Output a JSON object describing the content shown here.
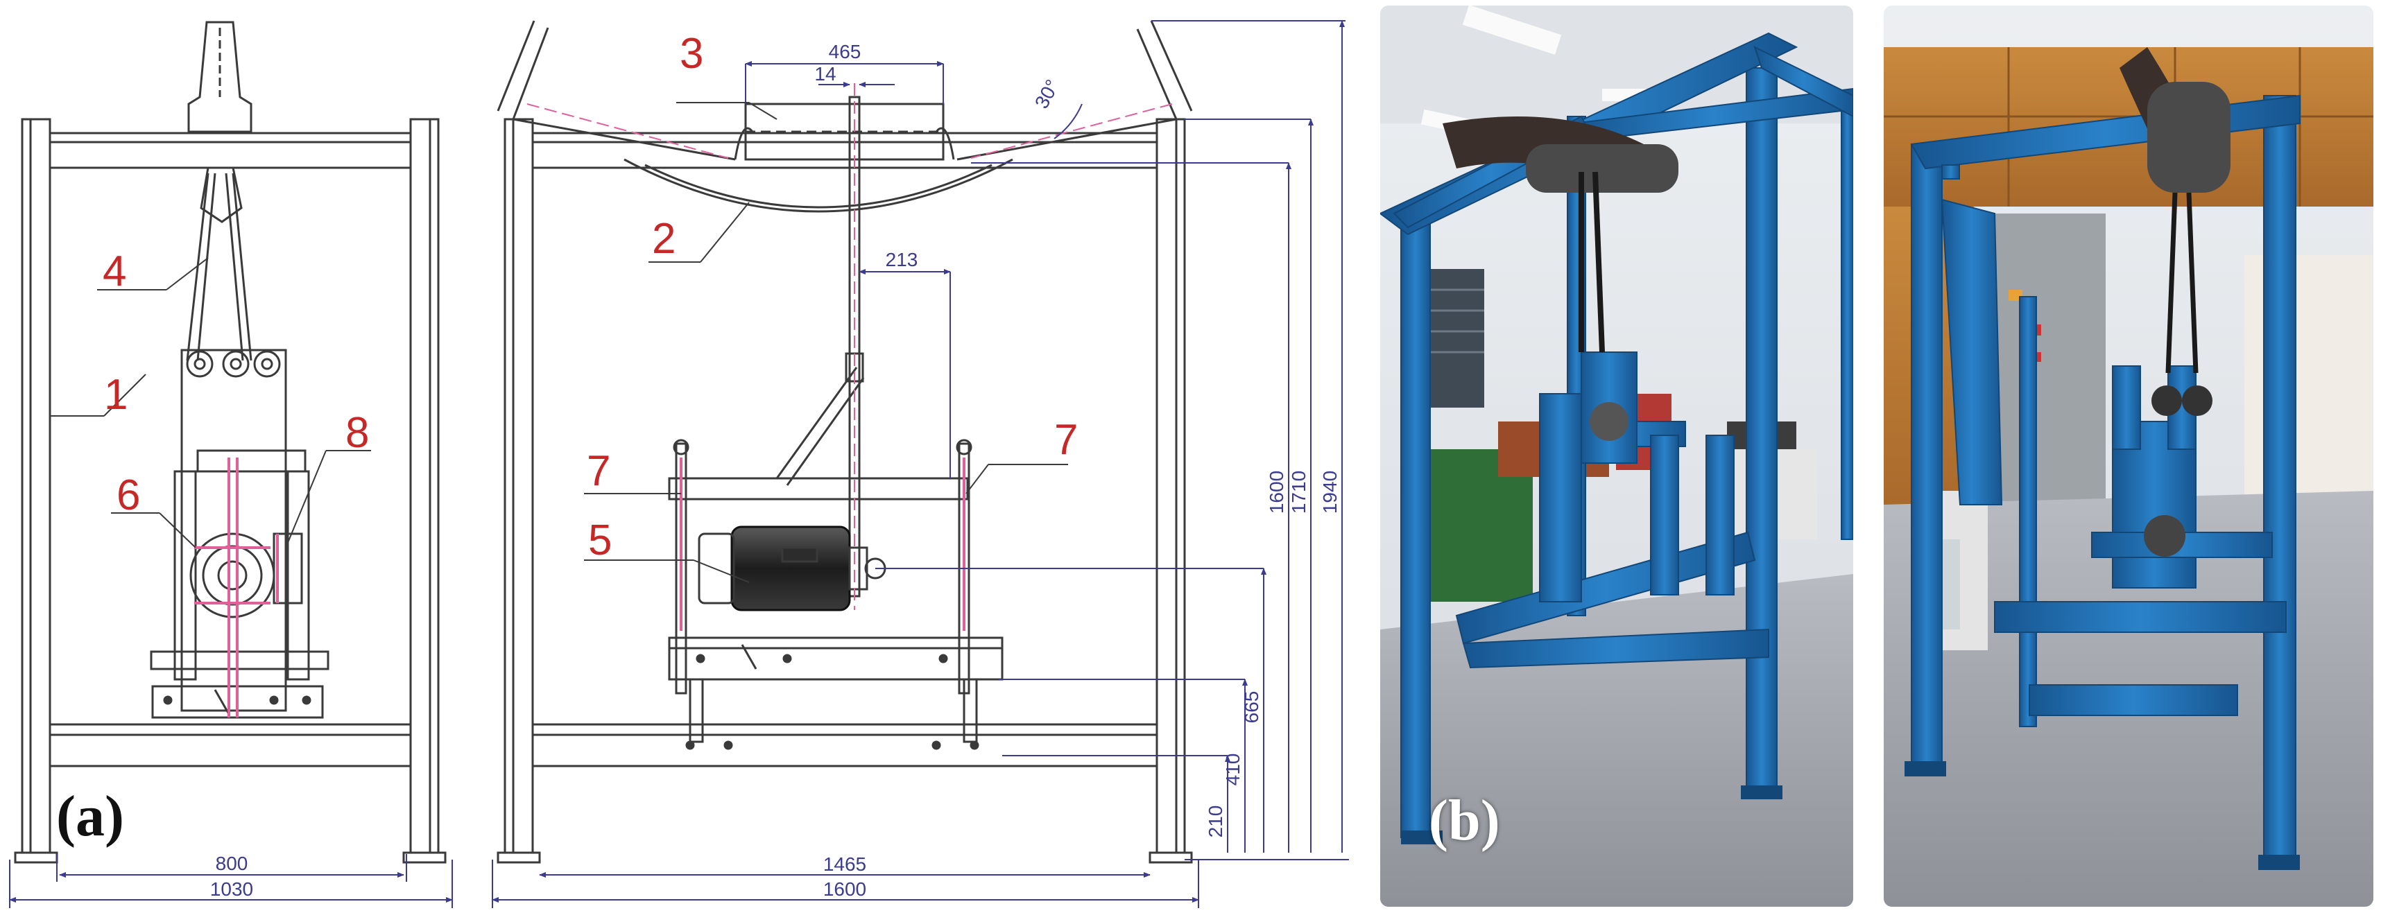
{
  "figure": {
    "panel_a_label": "(a)",
    "panel_b_label": "(b)"
  },
  "callouts": {
    "frame": "1",
    "bucket": "2",
    "carriage": "3",
    "sling": "4",
    "motor": "5",
    "gearbox": "6",
    "spring": "7",
    "crank": "8"
  },
  "dimensions": {
    "front_inner_width": "800",
    "front_outer_width": "1030",
    "side_inner_width": "1465",
    "side_outer_width": "1600",
    "carriage_width": "465",
    "rod_offset": "14",
    "arm_offset": "213",
    "height_210": "210",
    "height_410": "410",
    "height_665": "665",
    "height_1600": "1600",
    "height_1710": "1710",
    "height_1940": "1940",
    "angle": "30°"
  },
  "colors": {
    "drawing_line": "#3a3a3a",
    "dimension_line": "#3b3b8f",
    "callout_red": "#c62828",
    "pink_member": "#e0609a",
    "steel_blue": "#1f6db3",
    "floor_gray": "#a9adb3"
  }
}
